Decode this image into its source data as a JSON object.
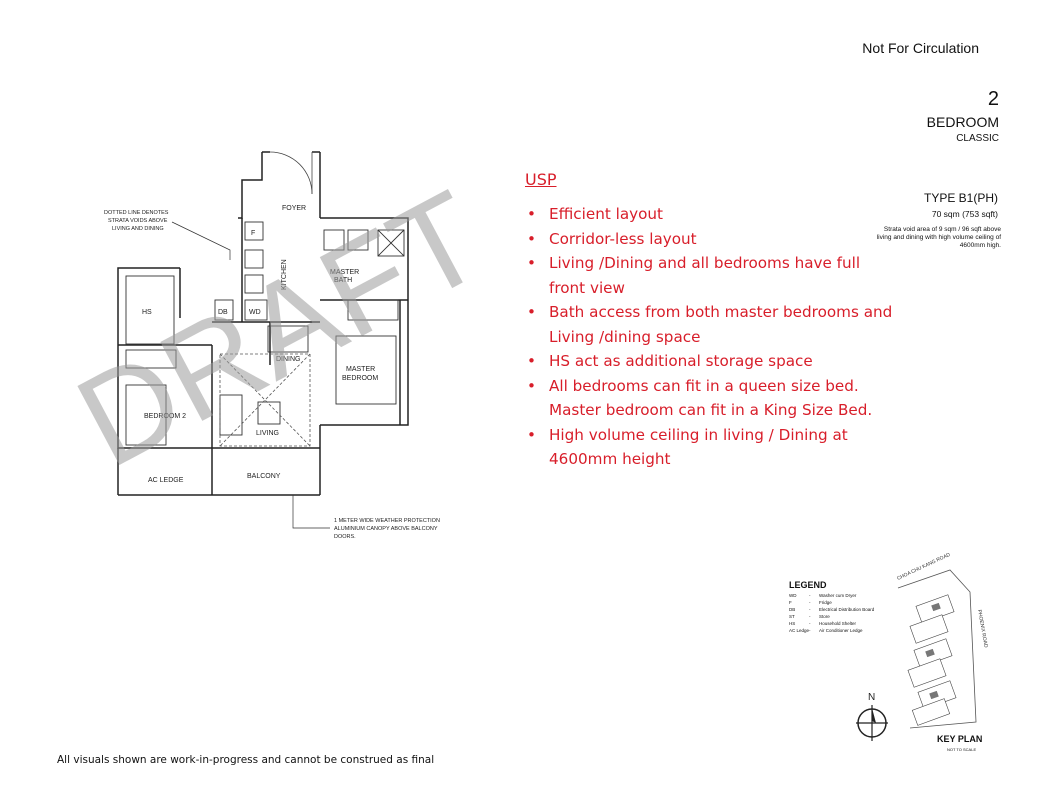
{
  "header": {
    "circulation": "Not For Circulation",
    "unit_number": "2",
    "unit_bedroom": "BEDROOM",
    "unit_class": "CLASSIC",
    "type": "TYPE B1(PH)",
    "area": "70 sqm (753 sqft)",
    "strata_note": "Strata void area of 9 sqm / 96 sqft above living and dining with high volume ceiling of 4600mm high."
  },
  "usp": {
    "title": "USP",
    "items": [
      "Efficient layout",
      "Corridor-less layout",
      "Living /Dining and all bedrooms have full front view",
      "Bath access from both master bedrooms and Living /dining space",
      "HS act as additional storage space",
      "All bedrooms can fit in a queen size bed. Master bedroom can fit in a King Size Bed.",
      "High volume ceiling in living / Dining at 4600mm height"
    ]
  },
  "watermark": "DRAFT",
  "floorplan": {
    "note_strata": [
      "DOTTED LINE DENOTES",
      "STRATA VOIDS ABOVE",
      "LIVING AND DINING"
    ],
    "note_canopy": [
      "1 METER WIDE WEATHER PROTECTION",
      "ALUMINIUM CANOPY ABOVE BALCONY",
      "DOORS."
    ],
    "rooms": {
      "foyer": "FOYER",
      "kitchen": "KITCHEN",
      "master_bath": [
        "MASTER",
        "BATH"
      ],
      "hs": "HS",
      "db": "DB",
      "wd": "WD",
      "f": "F",
      "dining": "DINING",
      "master_bedroom": [
        "MASTER",
        "BEDROOM"
      ],
      "bedroom2": "BEDROOM 2",
      "living": "LIVING",
      "balcony": "BALCONY",
      "ac_ledge": "AC LEDGE"
    }
  },
  "legend": {
    "title": "LEGEND",
    "entries": [
      {
        "key": "WD",
        "desc": "Washer cum Dryer"
      },
      {
        "key": "F",
        "desc": "Fridge"
      },
      {
        "key": "DB",
        "desc": "Electrical Distribution Board"
      },
      {
        "key": "ST",
        "desc": "Store"
      },
      {
        "key": "HS",
        "desc": "Household Shelter"
      },
      {
        "key": "AC Ledge",
        "desc": "Air Conditioner Ledge"
      }
    ]
  },
  "keyplan": {
    "title": "KEY PLAN",
    "subtitle": "NOT TO SCALE",
    "north": "N",
    "road_top": "CHOA CHU KANG ROAD",
    "road_right": "PHOENIX ROAD"
  },
  "footer": "All visuals shown are work-in-progress and cannot be construed as final"
}
